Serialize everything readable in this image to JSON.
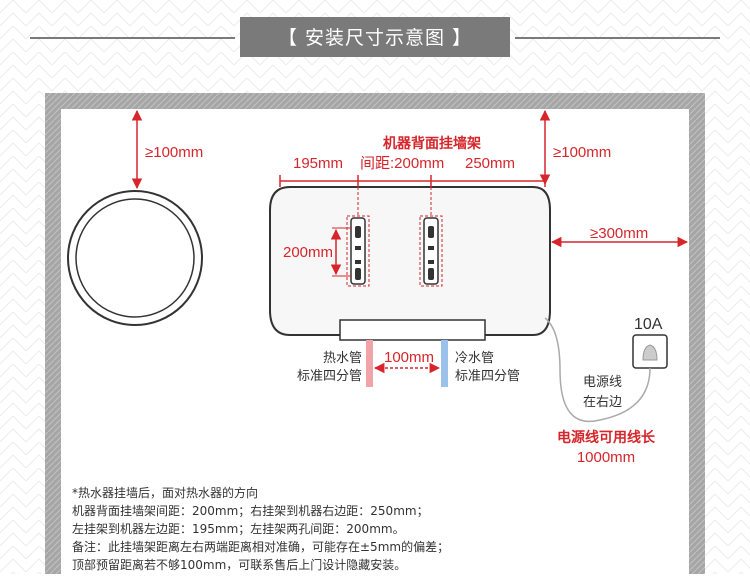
{
  "title": "【 安装尺寸示意图 】",
  "dims": {
    "top_left": "≥100mm",
    "top_right": "≥100mm",
    "right_side": "≥300mm",
    "bracket_title_1": "机器背面挂墙架",
    "bracket_title_2": "间距:200mm",
    "left_edge": "195mm",
    "right_edge": "250mm",
    "hole_spacing": "200mm",
    "pipe_spacing": "100mm"
  },
  "labels": {
    "hot_pipe_1": "热水管",
    "hot_pipe_2": "标准四分管",
    "cold_pipe_1": "冷水管",
    "cold_pipe_2": "标准四分管",
    "socket": "10A",
    "cord_1": "电源线",
    "cord_2": "在右边",
    "cord_len_1": "电源线可用线长",
    "cord_len_2": "1000mm"
  },
  "notes": [
    "*热水器挂墙后，面对热水器的方向",
    "机器背面挂墙架间距：200mm；右挂架到机器右边距：250mm；",
    "左挂架到机器左边距：195mm；左挂架两孔间距：200mm。",
    "备注：此挂墙架距离左右两端距离相对准确，可能存在±5mm的偏差；",
    "顶部预留距离若不够100mm，可联系售后上门设计隐藏安装。"
  ],
  "colors": {
    "wall": "#a3a3a3",
    "dimension": "#d6262b",
    "hot_pipe": "#f2a3a8",
    "cold_pipe": "#9cc2ec",
    "title_bar": "#7a7a7a"
  }
}
